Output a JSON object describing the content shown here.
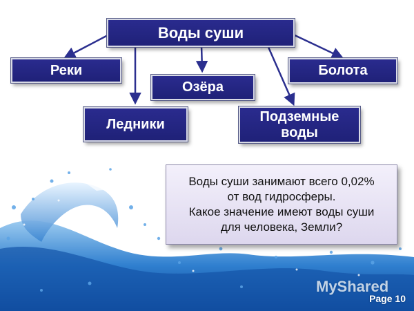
{
  "diagram": {
    "root": "Воды суши",
    "items": {
      "rivers": "Реки",
      "lakes": "Озёра",
      "swamps": "Болота",
      "glaciers": "Ледники",
      "groundwater_line1": "Подземные",
      "groundwater_line2": "воды"
    }
  },
  "note": {
    "line1": "Воды суши занимают всего 0,02%",
    "line2": "от вод гидросферы.",
    "line3": "Какое значение имеют воды суши",
    "line4": "для человека, Земли?"
  },
  "watermark": "MyShared",
  "page_label": "Page 10",
  "colors": {
    "box_fill": "#23258a",
    "arrow": "#2b2f8f",
    "note_fill": "#e8e4f4",
    "water": "#2a74c4"
  }
}
